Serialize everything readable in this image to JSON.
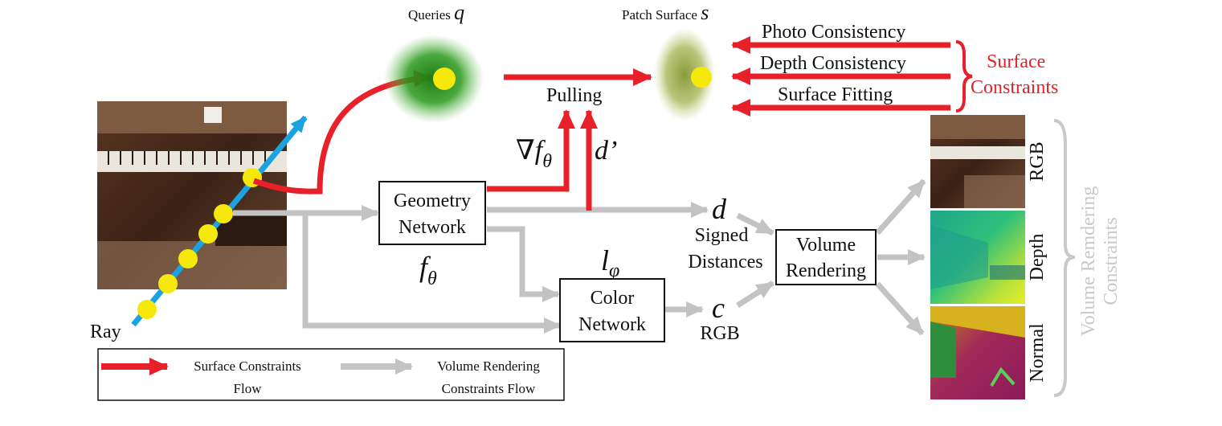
{
  "top": {
    "queries_label": "Queries",
    "queries_sym": "q",
    "patch_label": "Patch Surface",
    "patch_sym": "s",
    "pulling": "Pulling"
  },
  "constraints": {
    "photo": "Photo Consistency",
    "depth": "Depth Consistency",
    "fitting": "Surface Fitting",
    "surface_line1": "Surface",
    "surface_line2": "Constraints"
  },
  "network": {
    "grad_sym": "∇f",
    "grad_sub": "θ",
    "dprime": "d’",
    "geometry_line1": "Geometry",
    "geometry_line2": "Network",
    "f_sym": "f",
    "f_sub": "θ",
    "l_sym": "l",
    "l_sub": "φ",
    "color_line1": "Color",
    "color_line2": "Network",
    "d_sym": "d",
    "signed_line1": "Signed",
    "signed_line2": "Distances",
    "c_sym": "c",
    "rgb_label": "RGB",
    "volume_line1": "Volume",
    "volume_line2": "Rendering",
    "ray": "Ray"
  },
  "outputs": {
    "rgb": "RGB",
    "depth": "Depth",
    "normal": "Normal",
    "vr_line1": "Volume Remdering",
    "vr_line2": "Constraints"
  },
  "legend": {
    "red_line1": "Surface Constraints",
    "red_line2": "Flow",
    "gray_line1": "Volume Rendering",
    "gray_line2": "Constraints Flow"
  },
  "colors": {
    "red": "#e8202a",
    "gray": "#c3c3c3",
    "blue": "#1aa3e0",
    "yellow": "#f7e80c",
    "queries_green": "#2a8f1c",
    "patch_olive": "#9aab4a"
  }
}
